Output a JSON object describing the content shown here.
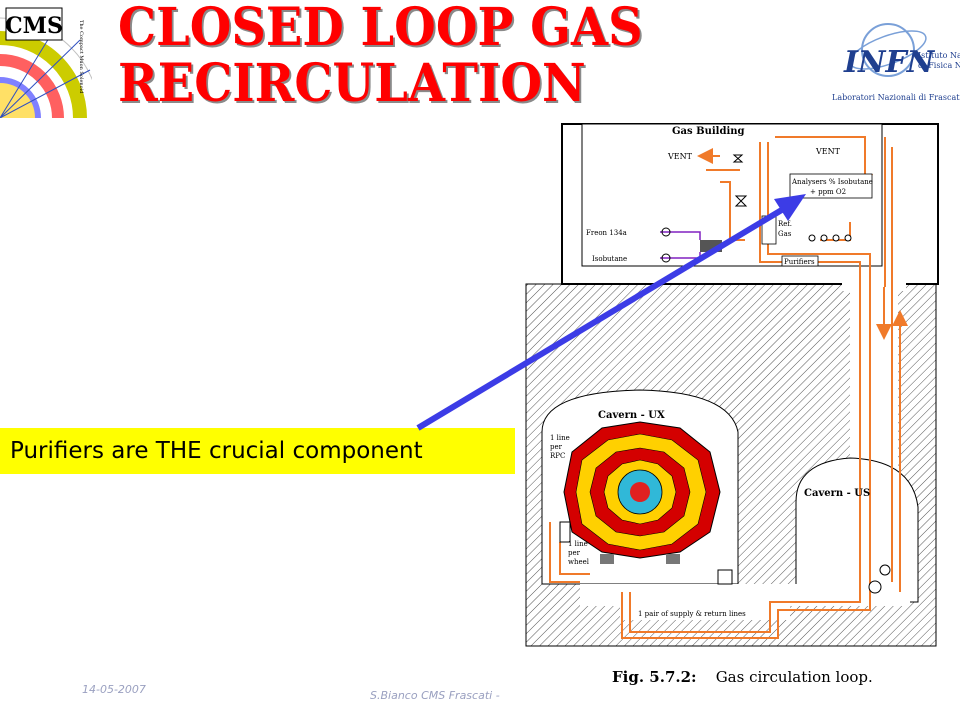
{
  "slide": {
    "title_line1": "CLOSED LOOP GAS",
    "title_line2": "RECIRCULATION",
    "callout": "Purifiers are THE crucial component",
    "footer_date": "14-05-2007",
    "footer_author": "S.Bianco CMS Frascati -"
  },
  "logos": {
    "cms": {
      "mark": "CMS",
      "tagline": "The Compact Muon Solenoid"
    },
    "infn": {
      "mark": "INFN",
      "line1": "Istituto Nazionale",
      "line2": "di Fisica Nucleare",
      "line3": "Laboratori Nazionali di Frascati"
    }
  },
  "figure": {
    "caption_label": "Fig. 5.7.2:",
    "caption_text": "Gas circulation loop.",
    "labels": {
      "gas_building": "Gas Building",
      "vent_left": "VENT",
      "vent_right": "VENT",
      "analysers_1": "Analysers % Isobutane",
      "analysers_2": "+ ppm O2",
      "ref_gas_1": "Ref.",
      "ref_gas_2": "Gas",
      "freon": "Freon 134a",
      "isobutane": "Isobutane",
      "purifiers": "Purifiers",
      "cavern_ux": "Cavern - UX",
      "cavern_us": "Cavern - US",
      "line_rpc_1": "1 line",
      "line_rpc_2": "per",
      "line_rpc_3": "RPC",
      "line_wheel_1": "1 line",
      "line_wheel_2": "per",
      "line_wheel_3": "wheel",
      "supply_return": "1 pair of supply & return lines"
    }
  },
  "colors": {
    "title": "#ff0000",
    "callout_bg": "#ffff00",
    "pointer_arrow": "#3c3ce6",
    "pipe": "#f07a2a",
    "footer": "#9aa0c0"
  }
}
